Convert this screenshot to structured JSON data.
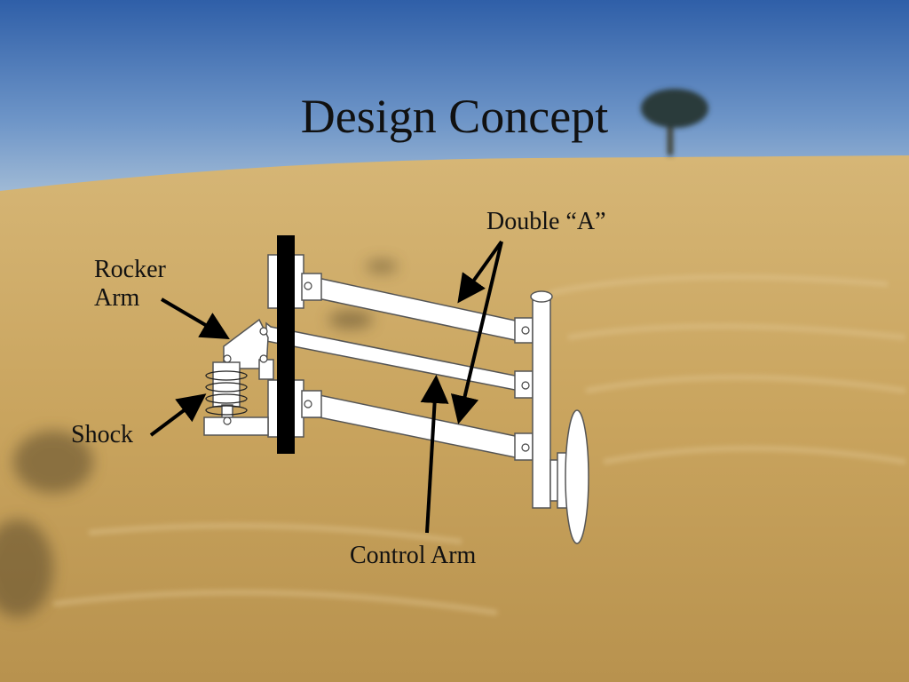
{
  "slide": {
    "title": "Design Concept",
    "labels": {
      "rocker_arm": "Rocker Arm",
      "double_a": "Double “A”",
      "shock": "Shock",
      "control_arm": "Control Arm"
    }
  },
  "colors": {
    "sky": "#3f6fb4",
    "sand": "#c9a45e",
    "text": "#111111"
  }
}
